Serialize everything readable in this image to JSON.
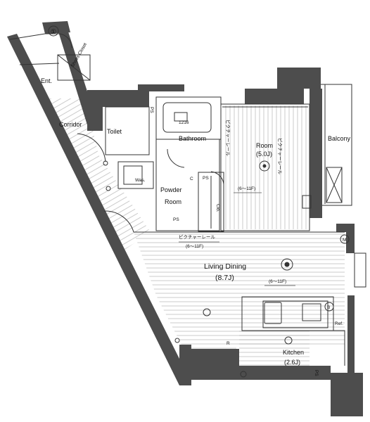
{
  "marks": {
    "north_circle": "①"
  },
  "rooms": {
    "entrance": "Ent.",
    "shoes_closet": "Shoes Closet",
    "corridor": "Corridor",
    "toilet": "Toilet",
    "bathroom": "Bathroom",
    "bathroom_size": "1216",
    "washer": "Was.",
    "powder_room_1": "Powder",
    "powder_room_2": "Room",
    "room": "Room",
    "room_size": "(5.0J)",
    "closet": "Clo.",
    "balcony": "Balcony",
    "living_dining": "Living Dining",
    "living_dining_size": "(8.7J)",
    "kitchen": "Kitchen",
    "kitchen_size": "(2.6J)",
    "ref": "Ref."
  },
  "symbols": {
    "ps_top": "PS",
    "ps_mid": "PS",
    "ps_bottom": "PS",
    "c_mark": "C",
    "m_mark": "M",
    "r_mark": "R",
    "b_mark": "B"
  },
  "annotations": {
    "height_room": "(6〜11F)",
    "height_picture_rail": "(6〜11F)",
    "height_living": "(6〜11F)",
    "picture_rail": "ピクチャーレール",
    "rail_vertical_left": "ピクチャーレール",
    "rail_vertical_right": "ピクチャーレール",
    "ps_small": "PS"
  },
  "colors": {
    "wall": "#4d4d4d",
    "line": "#333333",
    "floor_hatch": "#9a9a9a",
    "background": "#ffffff"
  }
}
